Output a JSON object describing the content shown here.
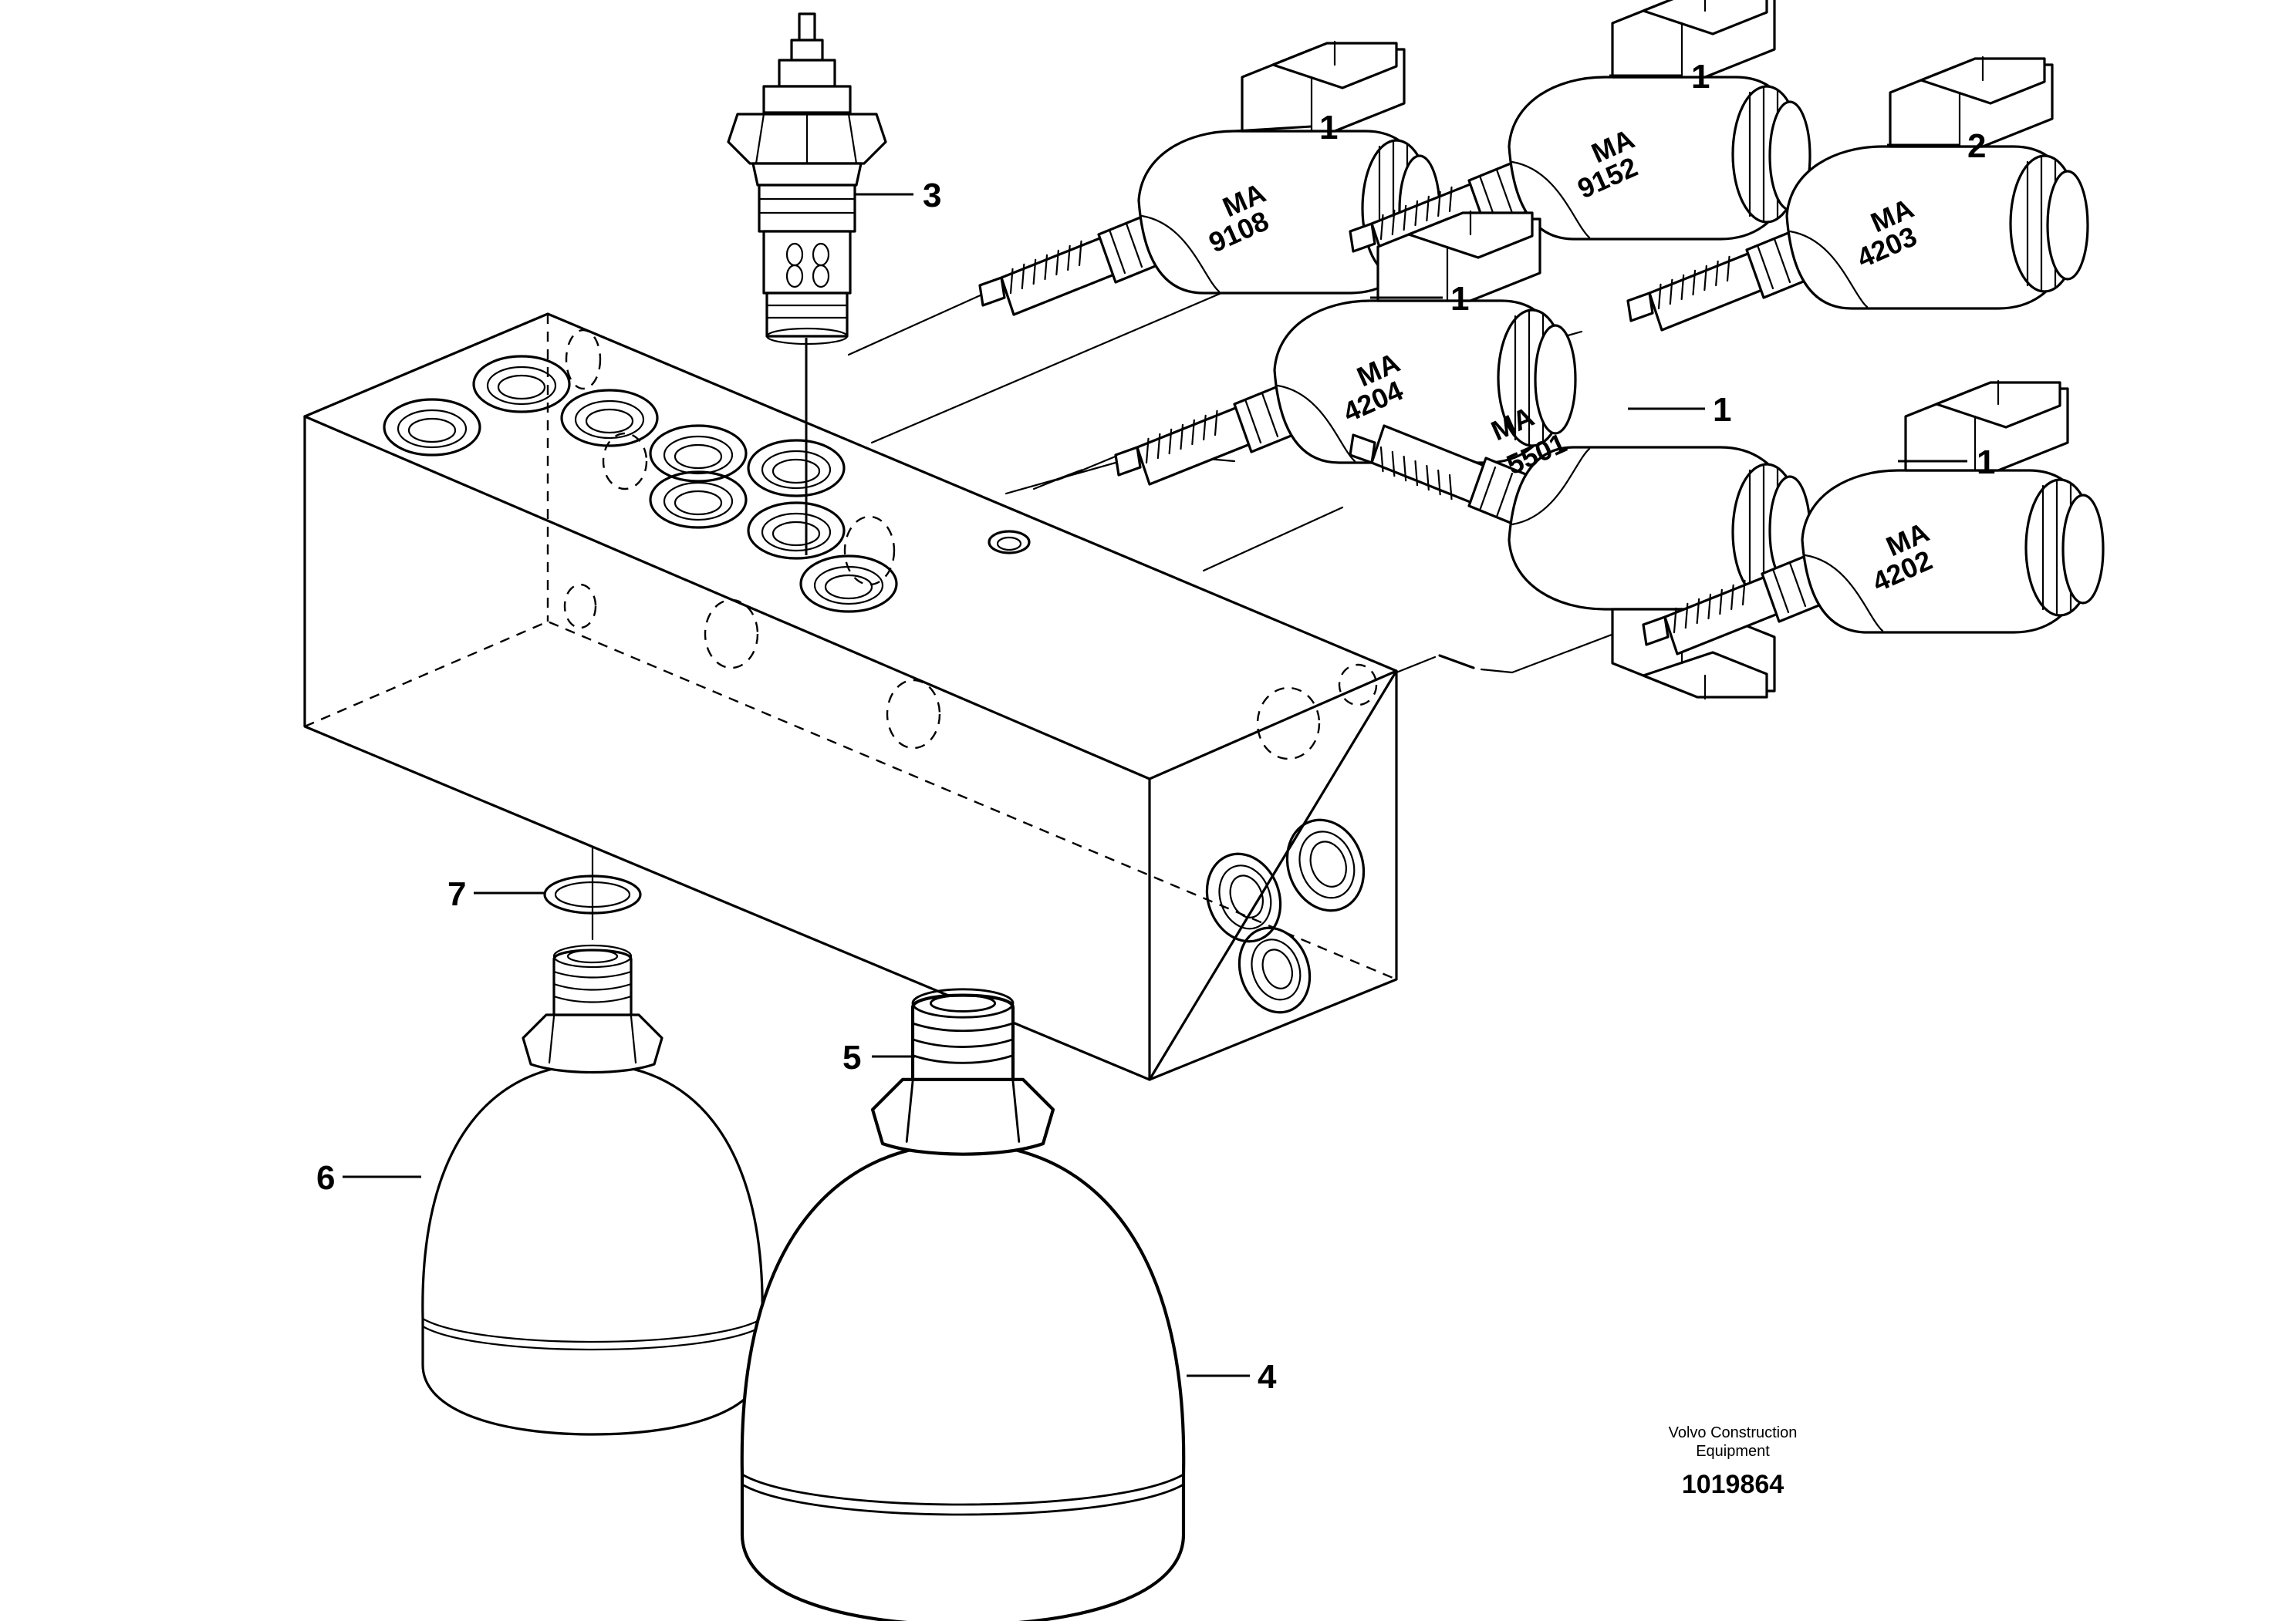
{
  "diagram": {
    "callouts": [
      "1",
      "1",
      "1",
      "1",
      "1",
      "2",
      "3",
      "4",
      "5",
      "6",
      "7"
    ],
    "solenoid_tags": [
      [
        "MA",
        "9108"
      ],
      [
        "MA",
        "9152"
      ],
      [
        "MA",
        "4203"
      ],
      [
        "MA",
        "4204"
      ],
      [
        "MA",
        "5501"
      ],
      [
        "MA",
        "4202"
      ]
    ],
    "publisher": [
      "Volvo Construction",
      "Equipment"
    ],
    "drawing_number": "1019864"
  }
}
